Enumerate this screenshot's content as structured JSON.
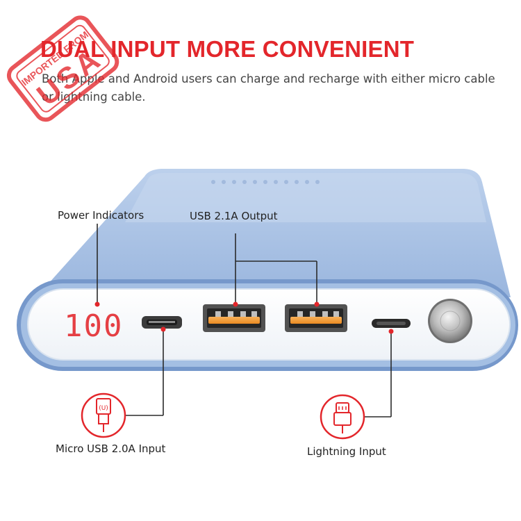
{
  "headline": "DUAL INPUT MORE CONVENIENT",
  "description": "Both Apple and Android users can charge and recharge with either micro cable or lightning cable.",
  "display_readout": "100",
  "labels": {
    "power_indicators": "Power Indicators",
    "usb_output": "USB 2.1A Output",
    "micro_usb_input": "Micro USB 2.0A Input",
    "lightning_input": "Lightning Input"
  },
  "stamp": {
    "text_top": "IMPORTED FROM",
    "text_big": "USA"
  },
  "colors": {
    "accent": "#e3262b",
    "device_body": "#a9c2e3",
    "device_shell": "#8fb0db",
    "device_rim": "#6f93c7",
    "port_orange": "#f29a3a"
  }
}
